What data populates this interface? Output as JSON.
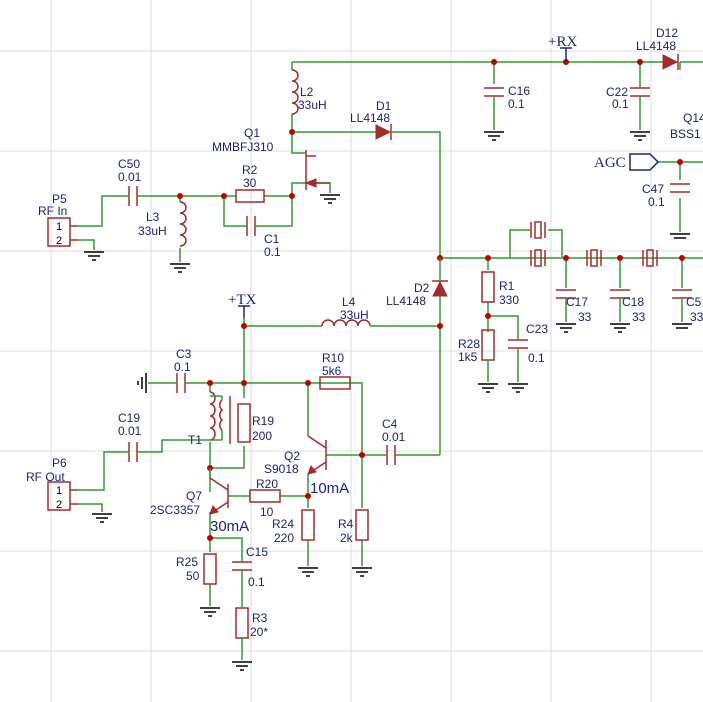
{
  "components": {
    "P5": {
      "ref": "P5",
      "name": "RF In",
      "pins": [
        "1",
        "2"
      ]
    },
    "P6": {
      "ref": "P6",
      "name": "RF Out",
      "pins": [
        "1",
        "2"
      ]
    },
    "C50": {
      "ref": "C50",
      "value": "0.01"
    },
    "L3": {
      "ref": "L3",
      "value": "33uH"
    },
    "R2": {
      "ref": "R2",
      "value": "30"
    },
    "C1": {
      "ref": "C1",
      "value": "0.1"
    },
    "Q1": {
      "ref": "Q1",
      "value": "MMBFJ310"
    },
    "L2": {
      "ref": "L2",
      "value": "33uH"
    },
    "D1": {
      "ref": "D1",
      "value": "LL4148"
    },
    "C16": {
      "ref": "C16",
      "value": "0.1"
    },
    "D12": {
      "ref": "D12",
      "value": "LL4148"
    },
    "C22": {
      "ref": "C22",
      "value": "0.1"
    },
    "Q14": {
      "ref": "Q14",
      "value": "BSS1"
    },
    "C47": {
      "ref": "C47",
      "value": "0.1"
    },
    "D2": {
      "ref": "D2",
      "value": "LL4148"
    },
    "R1": {
      "ref": "R1",
      "value": "330"
    },
    "R28": {
      "ref": "R28",
      "value": "1k5"
    },
    "C23": {
      "ref": "C23",
      "value": "0.1"
    },
    "C17": {
      "ref": "C17",
      "value": "33"
    },
    "C18": {
      "ref": "C18",
      "value": "33"
    },
    "C5": {
      "ref": "C5",
      "value": "33"
    },
    "L4": {
      "ref": "L4",
      "value": "33uH"
    },
    "C3": {
      "ref": "C3",
      "value": "0.1"
    },
    "C19": {
      "ref": "C19",
      "value": "0.01"
    },
    "T1": {
      "ref": "T1"
    },
    "R19": {
      "ref": "R19",
      "value": "200"
    },
    "R10": {
      "ref": "R10",
      "value": "5k6"
    },
    "Q2": {
      "ref": "Q2",
      "value": "S9018"
    },
    "C4": {
      "ref": "C4",
      "value": "0.01"
    },
    "Q7": {
      "ref": "Q7",
      "value": "2SC3357"
    },
    "R20": {
      "ref": "R20",
      "value": "10"
    },
    "R24": {
      "ref": "R24",
      "value": "220"
    },
    "R4": {
      "ref": "R4",
      "value": "2k"
    },
    "R25": {
      "ref": "R25",
      "value": "50"
    },
    "C15": {
      "ref": "C15",
      "value": "0.1"
    },
    "R3": {
      "ref": "R3",
      "value": "20*"
    }
  },
  "nets": {
    "rx": "+RX",
    "tx": "+TX",
    "agc": "AGC"
  },
  "annotations": {
    "q7_current": "30mA",
    "q2_current": "10mA"
  }
}
